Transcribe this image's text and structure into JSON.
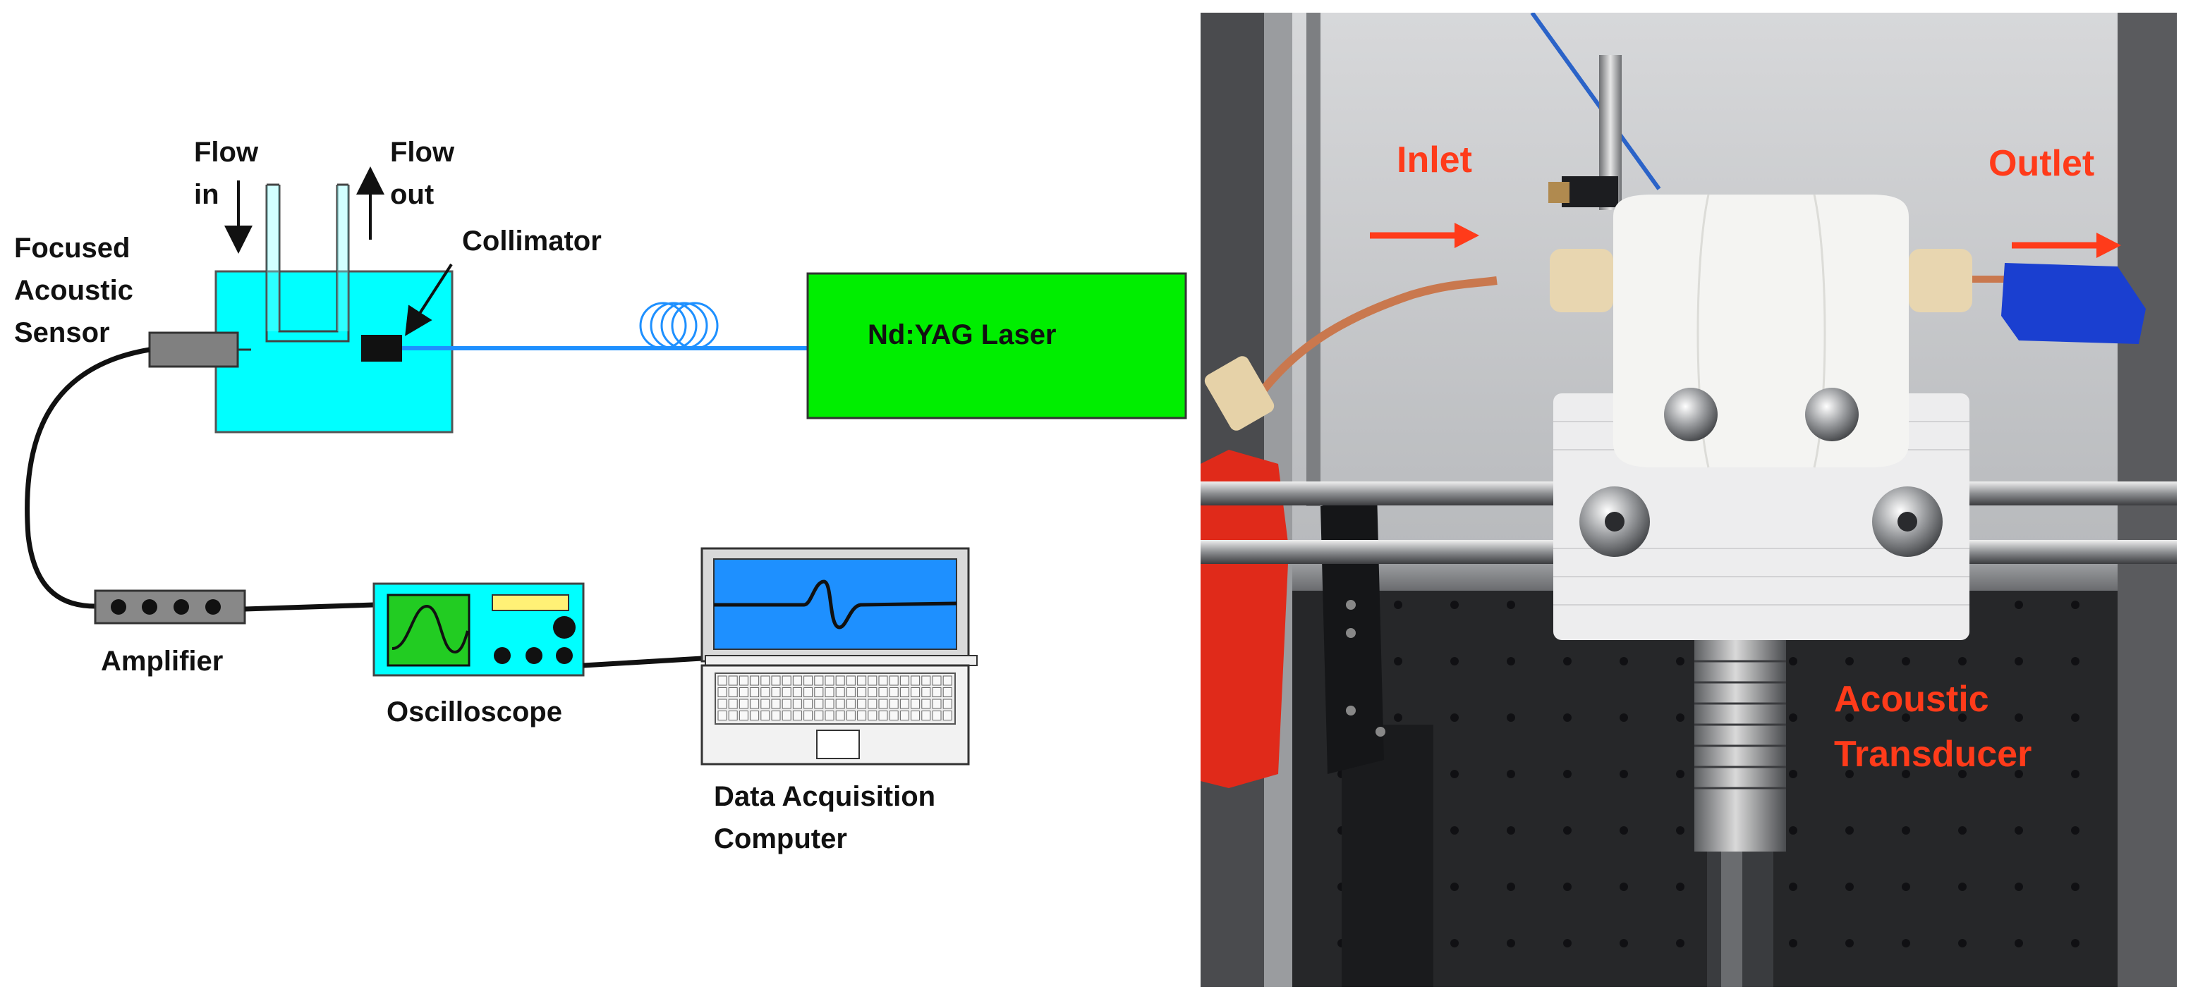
{
  "diagram": {
    "labels": {
      "flow_in": [
        "Flow",
        "in"
      ],
      "flow_out": [
        "Flow",
        "out"
      ],
      "collimator": "Collimator",
      "focused_sensor": [
        "Focused",
        "Acoustic",
        "Sensor"
      ],
      "laser": "Nd:YAG Laser",
      "amplifier": "Amplifier",
      "oscilloscope": "Oscilloscope",
      "computer": [
        "Data Acquisition",
        "Computer"
      ]
    },
    "colors": {
      "tank": "#00FFFF",
      "laser": "#00EE00",
      "fiber": "#1E90FF",
      "scope_screen": "#22CC22",
      "scope_panel": "#FFF176",
      "laptop_screen": "#1E90FF",
      "amplifier": "#888888",
      "sensor": "#808080"
    }
  },
  "photo": {
    "labels": {
      "inlet": "Inlet",
      "outlet": "Outlet",
      "transducer": [
        "Acoustic",
        "Transducer"
      ]
    },
    "colors": {
      "label": "#FF3B1A",
      "mount": "#F2F2F2",
      "tape": "#1A3FD0",
      "background": "#2A2B2E"
    }
  }
}
